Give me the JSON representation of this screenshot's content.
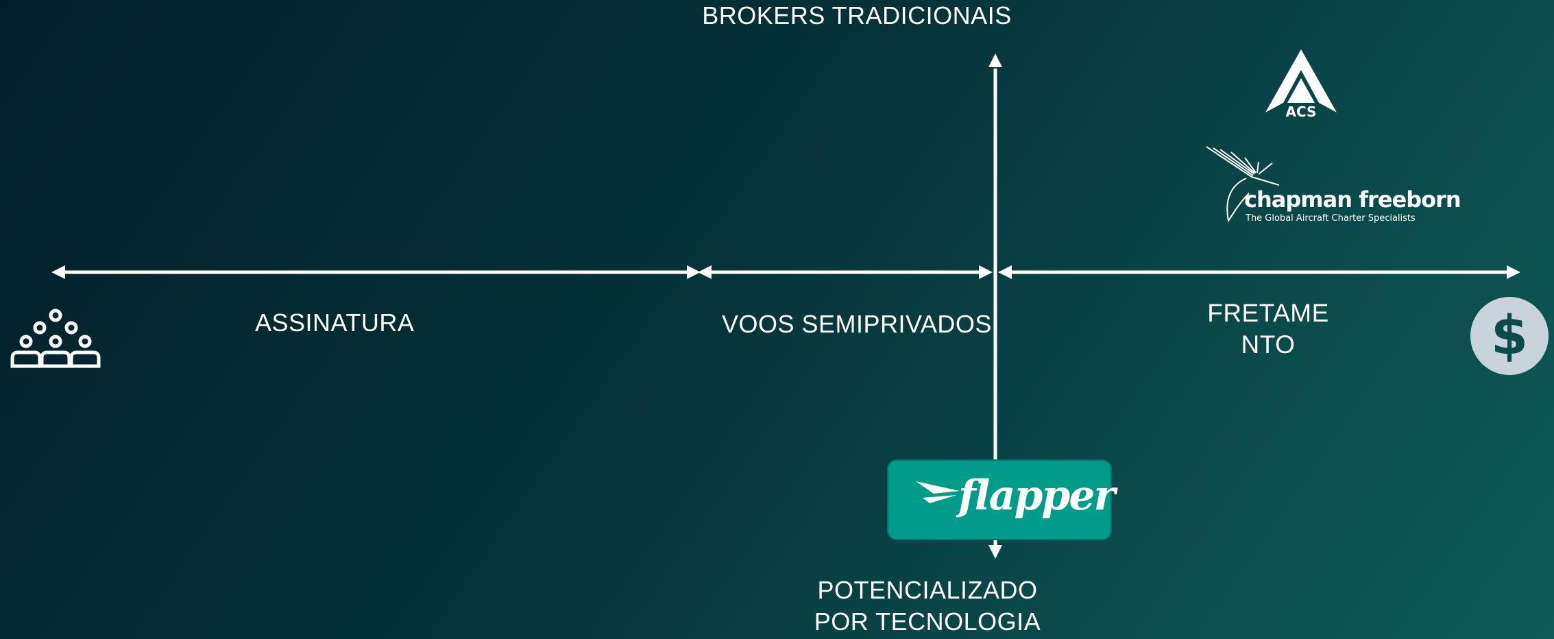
{
  "axes": {
    "top": "BROKERS TRADICIONAIS",
    "bottom_line1": "POTENCIALIZADO",
    "bottom_line2": "POR TECNOLOGIA"
  },
  "segments": {
    "assinatura": "ASSINATURA",
    "semiprivados": "VOOS SEMIPRIVADOS",
    "fretamento_line1": "FRETAME",
    "fretamento_line2": "NTO"
  },
  "logos": {
    "acs": "ACS",
    "chapman_name": "chapman freeborn",
    "chapman_tagline": "The Global Aircraft Charter Specialists",
    "flapper": "flapper"
  },
  "icons": {
    "left": "group-of-people-icon",
    "right": "dollar-icon",
    "dollar_symbol": "$"
  },
  "colors": {
    "flapper_teal": "#009c8a",
    "dollar_circle": "#c9d3db"
  }
}
